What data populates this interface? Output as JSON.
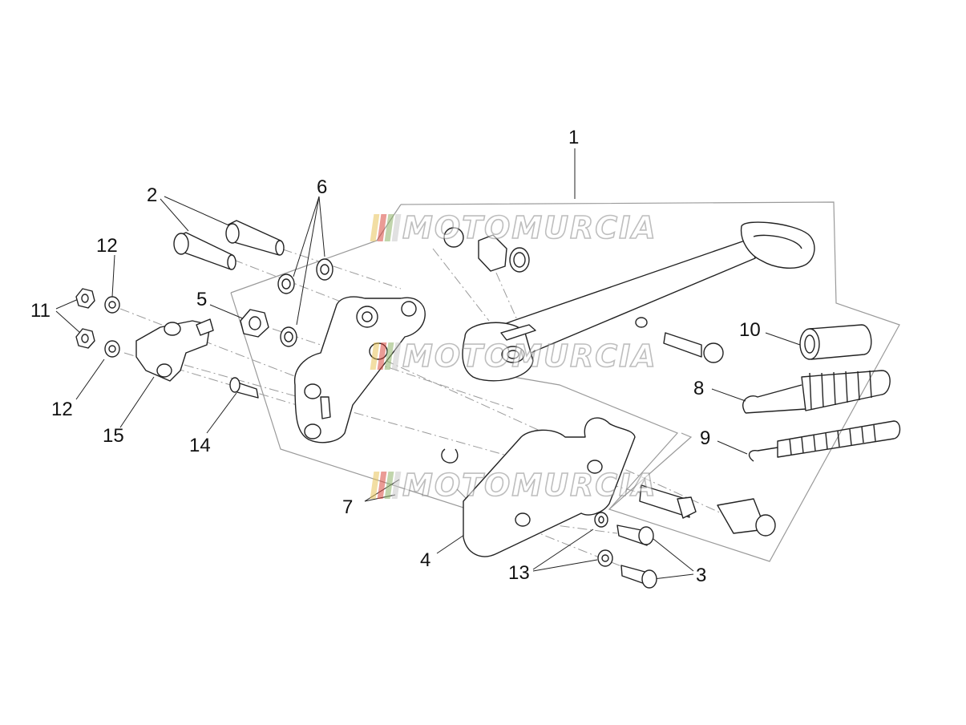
{
  "diagram": {
    "callouts": [
      "1",
      "2",
      "3",
      "4",
      "5",
      "6",
      "7",
      "8",
      "9",
      "10",
      "11",
      "12",
      "12",
      "13",
      "14",
      "15"
    ]
  },
  "watermark": {
    "text": "MOTOMURCIA",
    "stripe_colors": [
      "#e9c45a",
      "#d94a3f",
      "#8fb46a",
      "#c9c9c9"
    ]
  },
  "colors": {
    "line": "#222222",
    "guide": "#9a9a9a"
  }
}
